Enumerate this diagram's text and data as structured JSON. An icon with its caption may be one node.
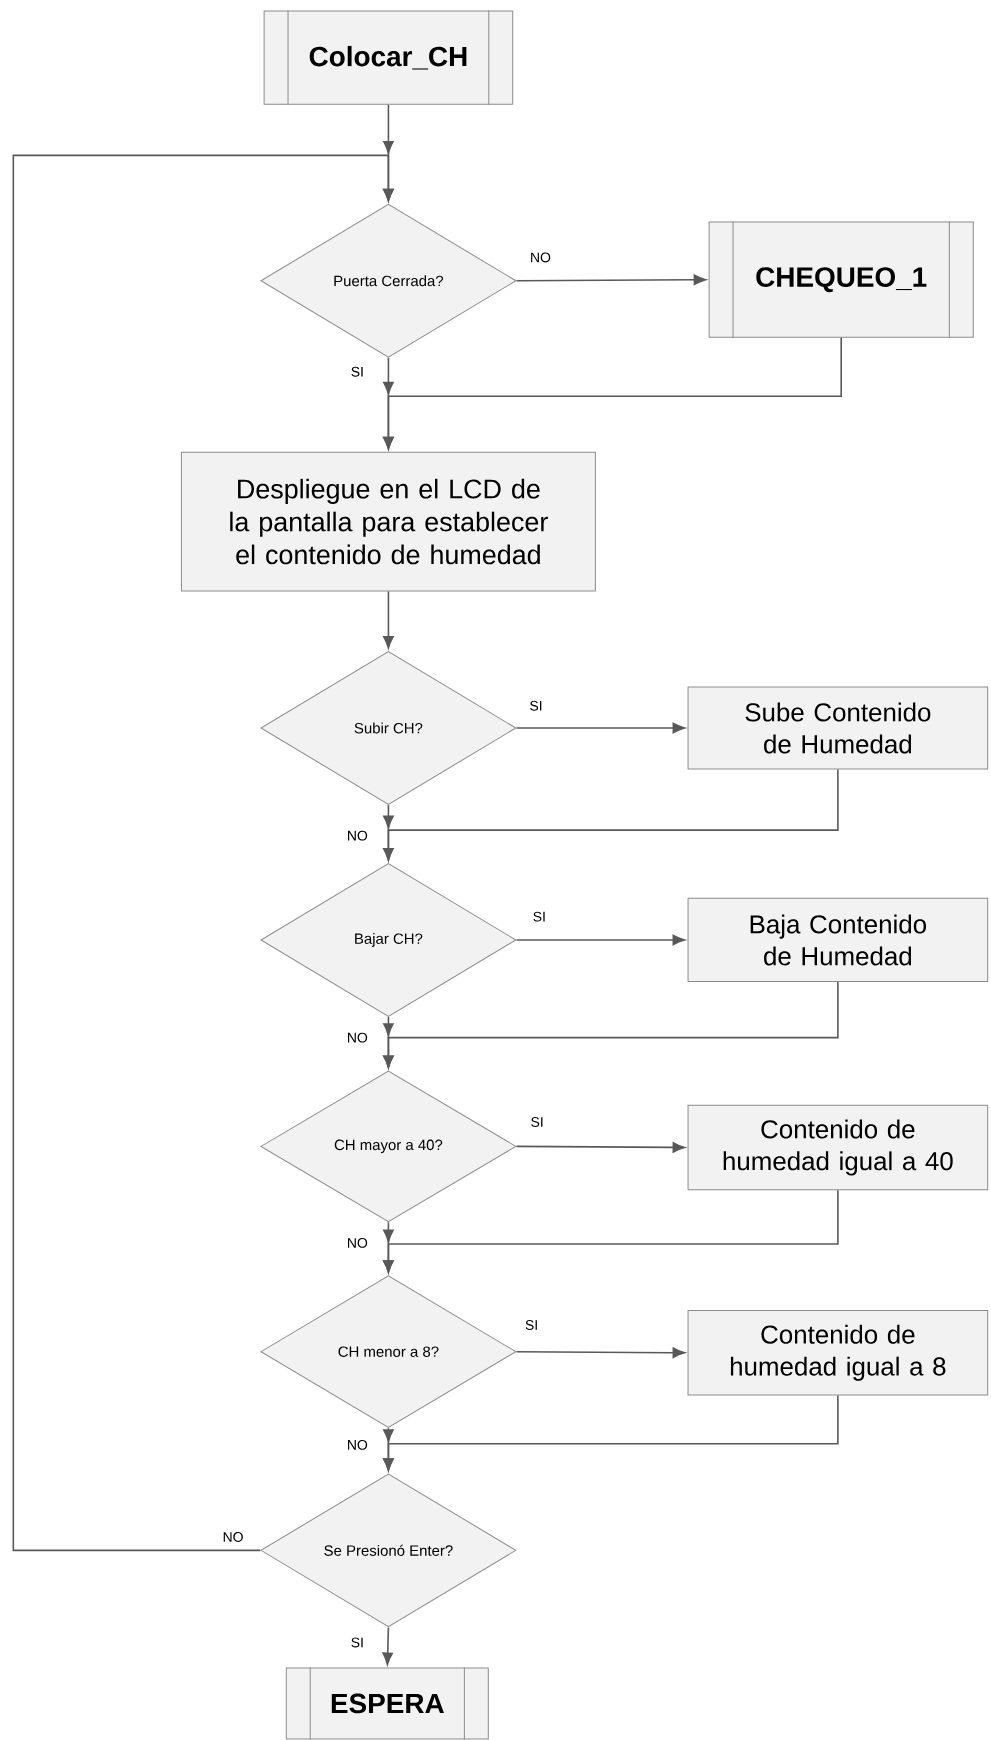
{
  "diagram": {
    "nodes": [
      {
        "text": [
          "Colocar_CH"
        ]
      },
      {
        "text": [
          "Puerta Cerrada?"
        ]
      },
      {
        "text": [
          "CHEQUEO_1"
        ]
      },
      {
        "text": [
          "Despliegue en el LCD de la pantalla para establecer el contenido de humedad"
        ]
      },
      {
        "text": [
          "Subir CH?"
        ]
      },
      {
        "text": [
          "Sube Contenido de Humedad"
        ]
      },
      {
        "text": [
          "Bajar CH?"
        ]
      },
      {
        "text": [
          "Baja Contenido de Humedad"
        ]
      },
      {
        "text": [
          "CH mayor a 40?"
        ]
      },
      {
        "text": [
          "Contenido de humedad igual a 40"
        ]
      },
      {
        "text": [
          "CH menor a 8?"
        ]
      },
      {
        "text": [
          "Contenido de humedad igual a 8"
        ]
      },
      {
        "text": [
          "Se Presionó Enter?"
        ]
      },
      {
        "text": [
          "ESPERA"
        ]
      }
    ],
    "edges": [
      {
        "from": 0,
        "to": 1,
        "arrow": "to"
      },
      {
        "from": 1,
        "to": 2,
        "arrow": "to",
        "label": "NO"
      },
      {
        "from": 1,
        "to": 3,
        "arrow": "to",
        "label": "SI"
      },
      {
        "from": 2,
        "to": 3,
        "arrow": "to"
      },
      {
        "from": 3,
        "to": 4,
        "arrow": "to"
      },
      {
        "from": 4,
        "to": 5,
        "arrow": "to",
        "label": "SI"
      },
      {
        "from": 4,
        "to": 6,
        "arrow": "to",
        "label": "NO"
      },
      {
        "from": 5,
        "to": 6,
        "arrow": "to"
      },
      {
        "from": 6,
        "to": 7,
        "arrow": "to",
        "label": "SI"
      },
      {
        "from": 6,
        "to": 8,
        "arrow": "to",
        "label": "NO"
      },
      {
        "from": 7,
        "to": 8,
        "arrow": "to"
      },
      {
        "from": 8,
        "to": 9,
        "arrow": "to",
        "label": "SI"
      },
      {
        "from": 8,
        "to": 10,
        "arrow": "to",
        "label": "NO"
      },
      {
        "from": 9,
        "to": 10,
        "arrow": "to"
      },
      {
        "from": 10,
        "to": 11,
        "arrow": "to",
        "label": "SI"
      },
      {
        "from": 10,
        "to": 12,
        "arrow": "to",
        "label": "NO"
      },
      {
        "from": 11,
        "to": 12,
        "arrow": "to"
      },
      {
        "from": 12,
        "to": 13,
        "arrow": "to",
        "label": "SI"
      },
      {
        "from": 12,
        "to": 1,
        "arrow": "to",
        "label": "NO"
      }
    ]
  }
}
